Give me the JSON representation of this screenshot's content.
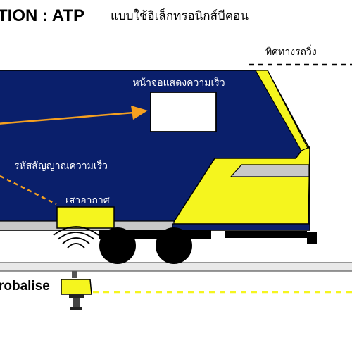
{
  "title": {
    "main": "TION : ATP",
    "thai": "แบบใช้อิเล็กทรอนิกส์บีคอน"
  },
  "direction_label": "ทิศทางรถวิ่ง",
  "labels": {
    "speed_display": "หน้าจอแสดงความเร็ว",
    "speed_signal": "รหัสสัญญาณความเร็ว",
    "antenna": "เสาอากาศ",
    "beacon": "robalise"
  },
  "colors": {
    "body": "#0a1f6b",
    "nose": "#f5f51e",
    "arrow": "#f5a020",
    "display": "#ffffff",
    "skirt": "#c8c8c8",
    "wheels": "#000000",
    "rail": "#e9e9e9",
    "beacon": "#f5f51e"
  },
  "icons": {
    "waves": "radio-waves-icon",
    "beacon": "balise-icon",
    "arrow": "arrow-right-icon"
  }
}
